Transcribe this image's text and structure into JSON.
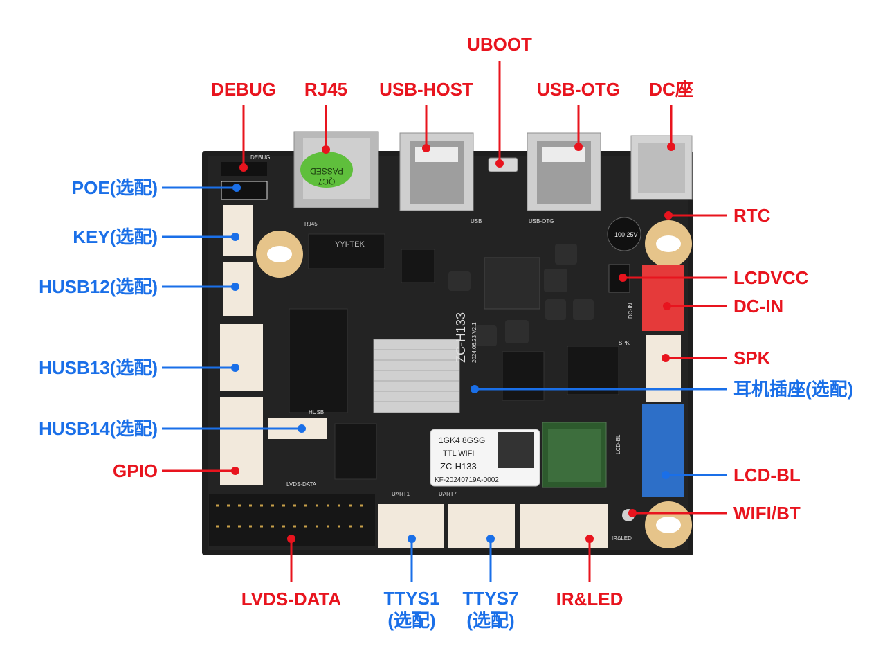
{
  "colors": {
    "red": "#e8141e",
    "blue": "#1a6fe8",
    "board": "#1c1c1c",
    "brass": "#e6c48a"
  },
  "labels": {
    "uboot": "UBOOT",
    "debug": "DEBUG",
    "rj45": "RJ45",
    "usb_host": "USB-HOST",
    "usb_otg": "USB-OTG",
    "dc_socket": "DC座",
    "poe": "POE(选配)",
    "key": "KEY(选配)",
    "husb12": "HUSB12(选配)",
    "husb13": "HUSB13(选配)",
    "husb14": "HUSB14(选配)",
    "gpio": "GPIO",
    "rtc": "RTC",
    "lcdvcc": "LCDVCC",
    "dc_in": "DC-IN",
    "spk": "SPK",
    "headphone": "耳机插座(选配)",
    "lcd_bl": "LCD-BL",
    "wifi_bt": "WIFI/BT",
    "lvds_data": "LVDS-DATA",
    "ttys1": "TTYS1",
    "ttys1_opt": "(选配)",
    "ttys7": "TTYS7",
    "ttys7_opt": "(选配)",
    "ir_led": "IR&LED"
  },
  "board_text": {
    "sticker_line1": "1GK4 8GSG",
    "sticker_line2": "TTL WIFI",
    "sticker_line3": "ZC-H133",
    "sticker_line4": "KF-20240719A-0002",
    "rj45_badge_1": "PASSED",
    "rj45_badge_2": "QC7",
    "silk_model": "ZC-H133",
    "silk_date": "2024.06.23 V2.1",
    "silk_yyitek": "YYI-TEK",
    "silk_debug": "DEBUG",
    "silk_rj45": "RJ45",
    "silk_usb": "USB",
    "silk_usb_otg": "USB-OTG",
    "silk_husb": "HUSB",
    "silk_lvds": "LVDS-DATA",
    "silk_uart1": "UART1",
    "silk_uart7": "UART7",
    "silk_irled": "IR&LED",
    "silk_spk": "SPK",
    "silk_lcdbl": "LCD-BL",
    "silk_dcin": "DC-IN",
    "cap_text": "100 25V"
  }
}
